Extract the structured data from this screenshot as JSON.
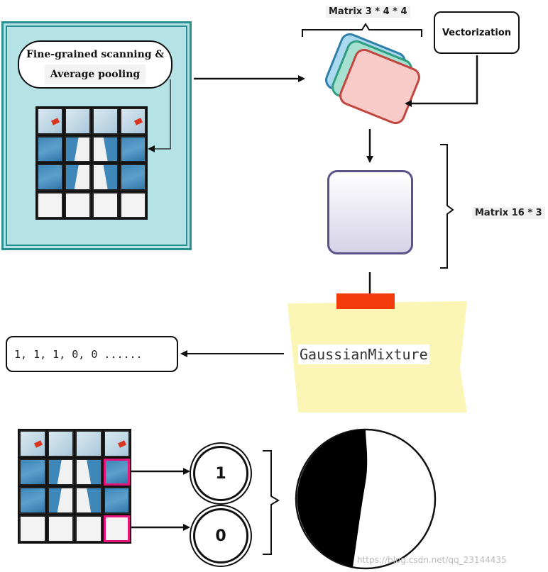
{
  "scan_box": {
    "line1": "Fine-grained scanning &",
    "line2": "Average pooling"
  },
  "matrix_top_label": "Matrix 3 * 4 * 4",
  "vectorization_label": "Vectorization",
  "matrix_side_label": "Matrix 16 * 3",
  "gmm_label": "GaussianMixture",
  "sequence_text": "1, 1, 1, 0, 0 ......",
  "circle_one_label": "1",
  "circle_zero_label": "0",
  "watermark": "https://blog.csdn.net/qq_23144435",
  "colors": {
    "panel_bg": "#b4e2e6",
    "panel_border": "#2a8f8f",
    "card_blue": "#a9d8ef",
    "card_teal": "#a6e0d0",
    "card_pink": "#f7cbc7",
    "card_pink_border": "#c0463f",
    "matrix_box_border": "#5b5288",
    "highlight_magenta": "#e6157a",
    "sticky": "#fbf6b6",
    "tape": "#f23a0a"
  }
}
